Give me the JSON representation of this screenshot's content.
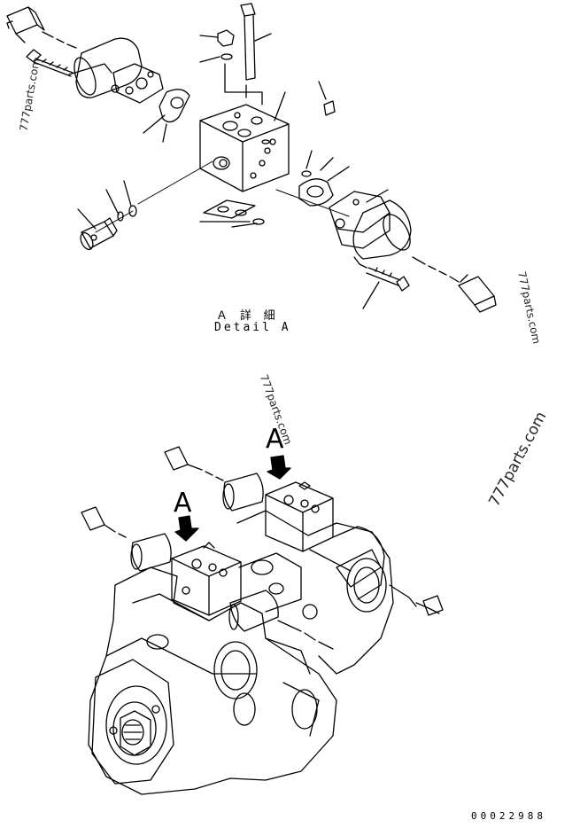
{
  "detail": {
    "title_jp": "Ａ 詳 細",
    "title_en": "Detail A"
  },
  "callouts": {
    "view_a_left": "A",
    "view_a_right": "A"
  },
  "watermarks": [
    "777parts.com",
    "777parts.com",
    "777parts.com",
    "777parts.com"
  ],
  "figure_number": "00022988"
}
